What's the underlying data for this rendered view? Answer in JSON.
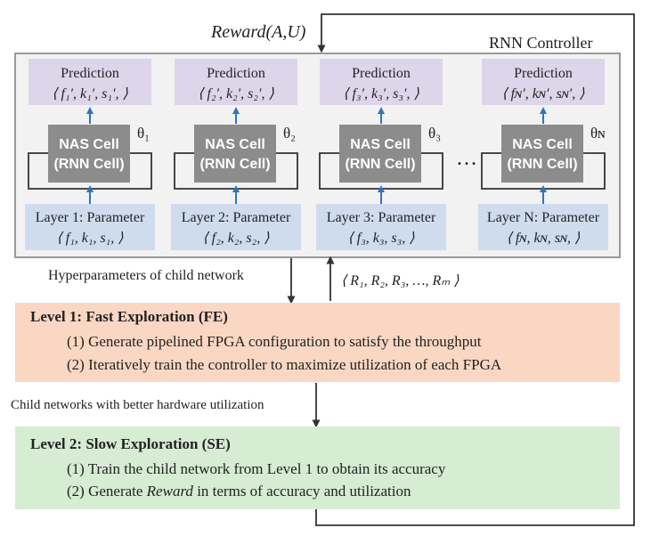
{
  "reward_label": "Reward(A,U)",
  "controller_title": "RNN Controller",
  "ellipsis": "…",
  "columns": [
    {
      "prediction_title": "Prediction",
      "prediction_vars": "⟨ f₁′, k₁′, s₁′,  ⟩",
      "cell_line1": "NAS Cell",
      "cell_line2": "(RNN Cell)",
      "theta": "θ₁",
      "layer_title": "Layer 1: Parameter",
      "layer_vars": "⟨ f₁, k₁, s₁,  ⟩"
    },
    {
      "prediction_title": "Prediction",
      "prediction_vars": "⟨ f₂′, k₂′, s₂′,  ⟩",
      "cell_line1": "NAS Cell",
      "cell_line2": "(RNN Cell)",
      "theta": "θ₂",
      "layer_title": "Layer 2: Parameter",
      "layer_vars": "⟨ f₂, k₂, s₂,  ⟩"
    },
    {
      "prediction_title": "Prediction",
      "prediction_vars": "⟨ f₃′, k₃′, s₃′,  ⟩",
      "cell_line1": "NAS Cell",
      "cell_line2": "(RNN Cell)",
      "theta": "θ₃",
      "layer_title": "Layer 3: Parameter",
      "layer_vars": "⟨ f₃, k₃, s₃,  ⟩"
    },
    {
      "prediction_title": "Prediction",
      "prediction_vars": "⟨ fɴ′, kɴ′, sɴ′,  ⟩",
      "cell_line1": "NAS Cell",
      "cell_line2": "(RNN Cell)",
      "theta": "θɴ",
      "layer_title": "Layer N: Parameter",
      "layer_vars": "⟨ fɴ, kɴ, sɴ,  ⟩"
    }
  ],
  "hyperparams_label": "Hyperparameters of child network",
  "rewards_list": "⟨ R₁, R₂, R₃, …, Rₘ ⟩",
  "level1": {
    "title": "Level 1: Fast Exploration (FE)",
    "item1": "(1) Generate pipelined FPGA configuration to satisfy the throughput",
    "item2": "(2) Iteratively train the controller to maximize utilization of each FPGA"
  },
  "child_networks_label": "Child networks with better hardware utilization",
  "level2": {
    "title": "Level 2: Slow Exploration (SE)",
    "item1": "(1) Train the child network from Level 1 to obtain its accuracy",
    "item2_prefix": "(2) Generate ",
    "item2_em": "Reward",
    "item2_suffix": " in terms of accuracy and utilization"
  },
  "colors": {
    "prediction_fill": "#ddd5ea",
    "layer_fill": "#cfdcee",
    "cell_fill": "#8c8c8c",
    "controller_fill": "#f2f2f2",
    "level1_fill": "#fad7c2",
    "level2_fill": "#d6ecd3",
    "arrow_blue": "#2e74c0"
  }
}
